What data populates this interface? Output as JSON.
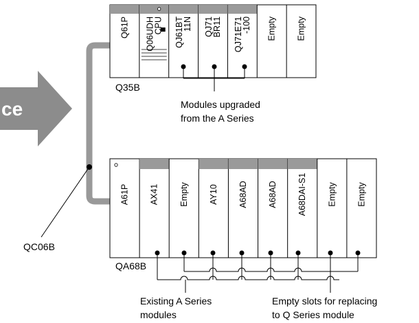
{
  "q_rack": {
    "name": "Q35B",
    "modules": [
      {
        "lines": [
          "Q61P"
        ],
        "cap": false
      },
      {
        "lines": [
          "Q06UDH",
          "CPU"
        ],
        "cap": true,
        "cpu": true
      },
      {
        "lines": [
          "QJ61BT",
          "11N"
        ],
        "cap": true
      },
      {
        "lines": [
          "QJ71",
          "BR11"
        ],
        "cap": true
      },
      {
        "lines": [
          "QJ71E71",
          "-100"
        ],
        "cap": true
      },
      {
        "lines": [
          "Empty"
        ],
        "cap": false
      },
      {
        "lines": [
          "Empty"
        ],
        "cap": false
      }
    ],
    "note_lines": [
      "Modules upgraded",
      "from the A Series"
    ]
  },
  "a_rack": {
    "name": "QA68B",
    "modules": [
      {
        "label": "A61P",
        "cap": false
      },
      {
        "label": "AX41",
        "cap": true
      },
      {
        "label": "Empty",
        "cap": false
      },
      {
        "label": "AY10",
        "cap": true
      },
      {
        "label": "A68AD",
        "cap": true
      },
      {
        "label": "A68AD",
        "cap": true
      },
      {
        "label": "A68DAI-S1",
        "cap": true
      },
      {
        "label": "Empty",
        "cap": false
      },
      {
        "label": "Empty",
        "cap": false
      }
    ],
    "note_left_lines": [
      "Existing A Series",
      "modules"
    ],
    "note_right_lines": [
      "Empty slots for replacing",
      "to Q Series module"
    ]
  },
  "cable": {
    "name": "QC06B"
  },
  "arrow": {
    "text": "ce"
  },
  "colors": {
    "cable": "#999999",
    "cap": "#9a9a9a",
    "arrow": "#8c8c8c",
    "line": "#000000"
  }
}
